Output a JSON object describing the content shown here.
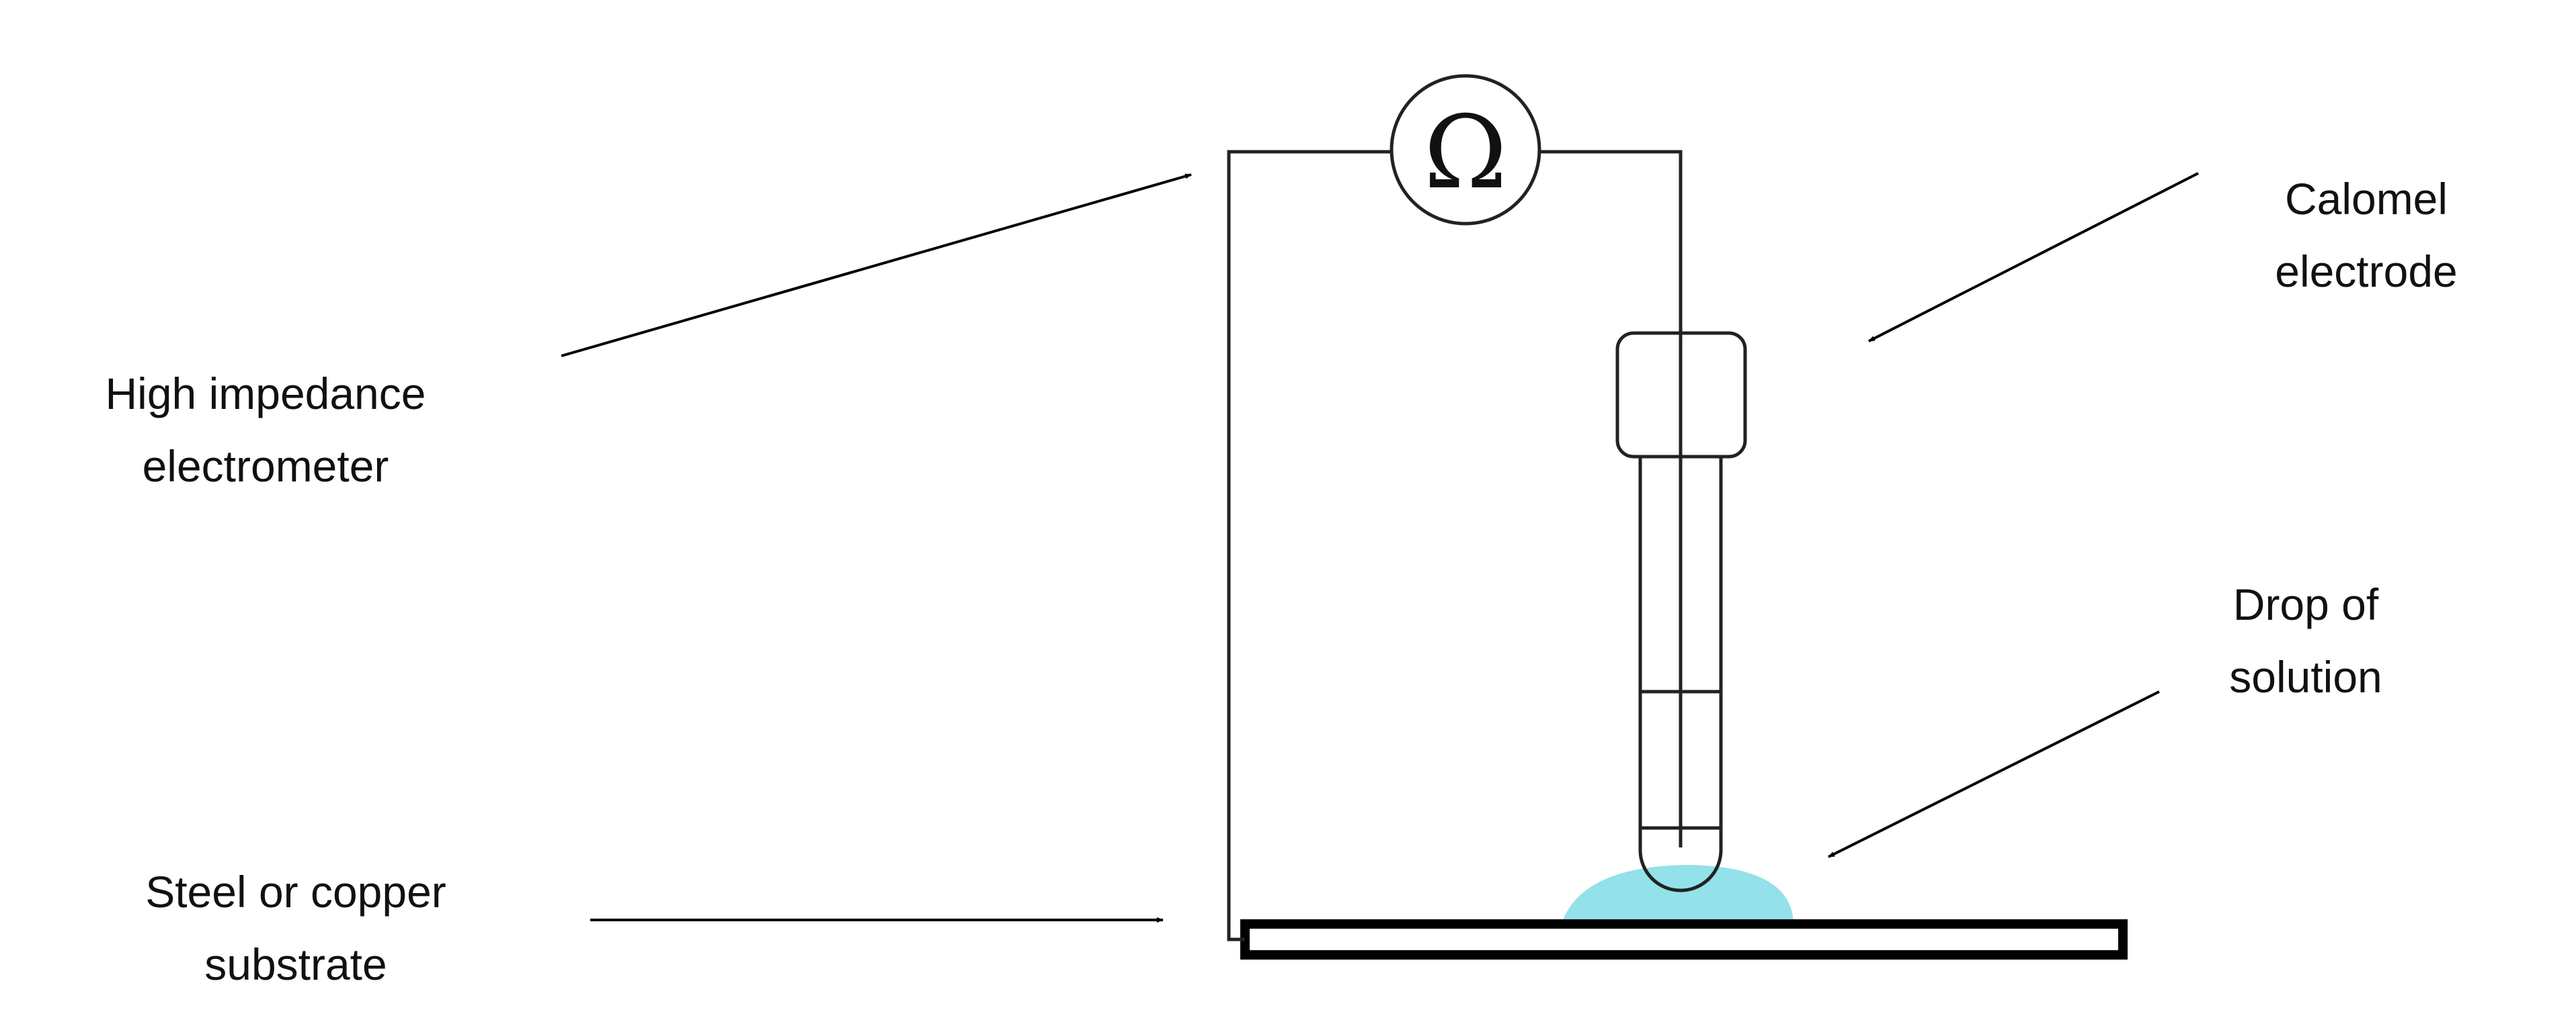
{
  "labels": {
    "electrometer": {
      "line1": "High impedance",
      "line2": "electrometer"
    },
    "calomel": {
      "line1": "Calomel",
      "line2": "electrode"
    },
    "drop": {
      "line1": "Drop of",
      "line2": "solution"
    },
    "substrate": {
      "line1": "Steel or copper",
      "line2": "substrate"
    }
  },
  "meter_symbol": "Ω",
  "colors": {
    "line": "#222222",
    "drop": "#93e1ea",
    "substrate_border": "#000000",
    "background": "#ffffff"
  }
}
